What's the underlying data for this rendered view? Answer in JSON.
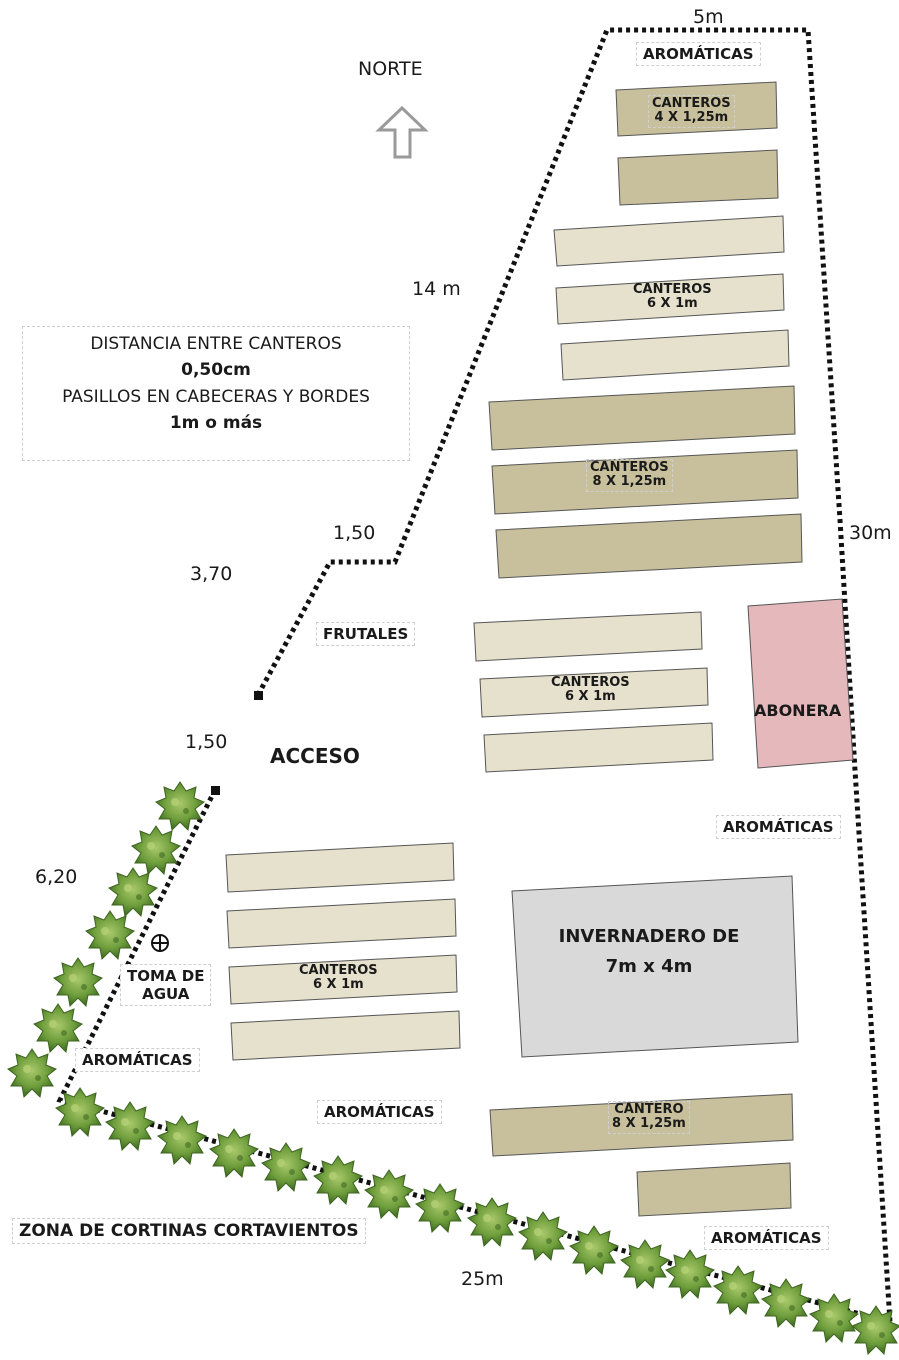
{
  "north": {
    "label": "NORTE",
    "icon": "north-arrow-icon"
  },
  "dimensions": {
    "top": "5m",
    "left_diag": "14 m",
    "step_short": "1,50",
    "step_long": "3,70",
    "access_gap": "1,50",
    "left_bottom": "6,20",
    "right": "30m",
    "bottom": "25m"
  },
  "notes": {
    "line1": "DISTANCIA ENTRE CANTEROS",
    "line2": "0,50cm",
    "line3": "PASILLOS EN CABECERAS Y BORDES",
    "line4": "1m o más"
  },
  "beds": {
    "b1_title": "CANTEROS",
    "b1_size": "4 X 1,25m",
    "b2_title": "CANTEROS",
    "b2_size": "6 X 1m",
    "b3_title": "CANTEROS",
    "b3_size": "8 X 1,25m",
    "b4_title": "CANTEROS",
    "b4_size": "6 X 1m",
    "b5_title": "CANTEROS",
    "b5_size": "6 X 1m",
    "b6_title": "CANTERO",
    "b6_size": "8 X 1,25m"
  },
  "labels": {
    "aromaticas": "AROMÁTICAS",
    "frutales": "FRUTALES",
    "acceso": "ACCESO",
    "abonera": "ABONERA",
    "toma_de_agua_1": "TOMA DE",
    "toma_de_agua_2": "AGUA",
    "water_icon": "water-tap-icon",
    "greenhouse_1": "INVERNADERO DE",
    "greenhouse_2": "7m x 4m",
    "windbreak": "ZONA DE CORTINAS CORTAVIENTOS"
  },
  "colors": {
    "bed_dark": "#c8c09c",
    "bed_light": "#e6e1cc",
    "abonera": "#e5b8bb",
    "greenhouse": "#d9d9d9",
    "tree": "#6f9e3c"
  }
}
